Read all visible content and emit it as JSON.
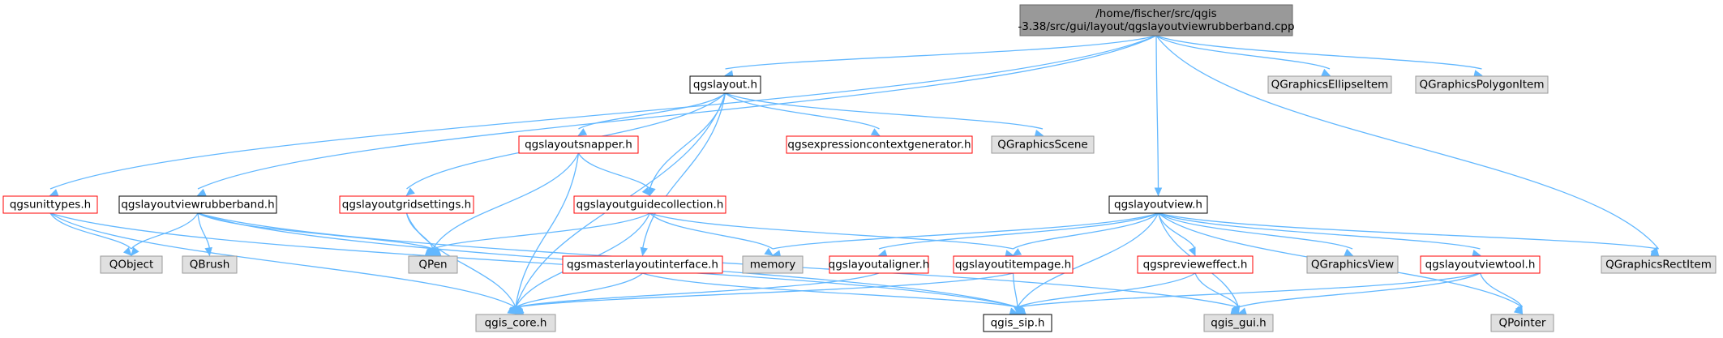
{
  "colors": {
    "edge": "#63b8ff",
    "root_fill": "#999999",
    "root_stroke": "#666666",
    "doc_fill": "#ffffff",
    "doc_stroke": "#000000",
    "incomplete_stroke": "#ff0000",
    "external_fill": "#e0e0e0",
    "external_stroke": "#999999"
  },
  "nodes": {
    "root": {
      "lines": [
        "/home/fischer/src/qgis",
        "-3.38/src/gui/layout/qgslayoutviewrubberband.cpp"
      ],
      "kind": "root"
    },
    "qgslayout": {
      "lines": [
        "qgslayout.h"
      ],
      "kind": "doc"
    },
    "qgraphicsellipseitem": {
      "lines": [
        "QGraphicsEllipseItem"
      ],
      "kind": "external"
    },
    "qgraphicspolygonitem": {
      "lines": [
        "QGraphicsPolygonItem"
      ],
      "kind": "external"
    },
    "qgslayoutsnapper": {
      "lines": [
        "qgslayoutsnapper.h"
      ],
      "kind": "incomplete"
    },
    "qgsexpressioncontextgenerator": {
      "lines": [
        "qgsexpressioncontextgenerator.h"
      ],
      "kind": "incomplete"
    },
    "qgraphicsscene": {
      "lines": [
        "QGraphicsScene"
      ],
      "kind": "external"
    },
    "qgsunittypes": {
      "lines": [
        "qgsunittypes.h"
      ],
      "kind": "incomplete"
    },
    "qgslayoutviewrubberband": {
      "lines": [
        "qgslayoutviewrubberband.h"
      ],
      "kind": "doc"
    },
    "qgslayoutgridsettings": {
      "lines": [
        "qgslayoutgridsettings.h"
      ],
      "kind": "incomplete"
    },
    "qgslayoutguidecollection": {
      "lines": [
        "qgslayoutguidecollection.h"
      ],
      "kind": "incomplete"
    },
    "qgslayoutview": {
      "lines": [
        "qgslayoutview.h"
      ],
      "kind": "doc"
    },
    "qobject": {
      "lines": [
        "QObject"
      ],
      "kind": "external"
    },
    "qbrush": {
      "lines": [
        "QBrush"
      ],
      "kind": "external"
    },
    "qpen": {
      "lines": [
        "QPen"
      ],
      "kind": "external"
    },
    "qgsmasterlayoutinterface": {
      "lines": [
        "qgsmasterlayoutinterface.h"
      ],
      "kind": "incomplete"
    },
    "memory": {
      "lines": [
        "memory"
      ],
      "kind": "external"
    },
    "qgslayoutaligner": {
      "lines": [
        "qgslayoutaligner.h"
      ],
      "kind": "incomplete"
    },
    "qgslayoutitempage": {
      "lines": [
        "qgslayoutitempage.h"
      ],
      "kind": "incomplete"
    },
    "qgspreviewEffect": {
      "lines": [
        "qgspreviewеffect.h"
      ],
      "kind": "incomplete"
    },
    "qgraphicsview": {
      "lines": [
        "QGraphicsView"
      ],
      "kind": "external"
    },
    "qgslayoutviewtool": {
      "lines": [
        "qgslayoutviewtool.h"
      ],
      "kind": "incomplete"
    },
    "qgraphicsrectitem": {
      "lines": [
        "QGraphicsRectItem"
      ],
      "kind": "external"
    },
    "qgis_core": {
      "lines": [
        "qgis_core.h"
      ],
      "kind": "external"
    },
    "qgis_sip": {
      "lines": [
        "qgis_sip.h"
      ],
      "kind": "doc"
    },
    "qgis_gui": {
      "lines": [
        "qgis_gui.h"
      ],
      "kind": "external"
    },
    "qpointer": {
      "lines": [
        "QPointer"
      ],
      "kind": "external"
    }
  },
  "edges": [
    [
      "root",
      "qgslayout"
    ],
    [
      "root",
      "qgraphicsellipseitem"
    ],
    [
      "root",
      "qgraphicspolygonitem"
    ],
    [
      "root",
      "qgsunittypes"
    ],
    [
      "root",
      "qgslayoutviewrubberband"
    ],
    [
      "root",
      "qgslayoutview"
    ],
    [
      "root",
      "qgraphicsrectitem"
    ],
    [
      "qgslayout",
      "qgslayoutsnapper"
    ],
    [
      "qgslayout",
      "qgsexpressioncontextgenerator"
    ],
    [
      "qgslayout",
      "qgraphicsscene"
    ],
    [
      "qgslayout",
      "qgslayoutgridsettings"
    ],
    [
      "qgslayout",
      "qgslayoutguidecollection"
    ],
    [
      "qgslayout",
      "qgsmasterlayoutinterface"
    ],
    [
      "qgslayout",
      "qgis_core"
    ],
    [
      "qgslayoutsnapper",
      "qgslayoutguidecollection"
    ],
    [
      "qgslayoutsnapper",
      "qpen"
    ],
    [
      "qgslayoutsnapper",
      "qgis_core"
    ],
    [
      "qgsunittypes",
      "qobject"
    ],
    [
      "qgsunittypes",
      "qgis_core"
    ],
    [
      "qgsunittypes",
      "qgis_sip"
    ],
    [
      "qgslayoutviewrubberband",
      "qobject"
    ],
    [
      "qgslayoutviewrubberband",
      "qbrush"
    ],
    [
      "qgslayoutviewrubberband",
      "qpen"
    ],
    [
      "qgslayoutviewrubberband",
      "qgis_sip"
    ],
    [
      "qgslayoutviewrubberband",
      "qgis_gui"
    ],
    [
      "qgslayoutgridsettings",
      "qpen"
    ],
    [
      "qgslayoutgridsettings",
      "qgis_core"
    ],
    [
      "qgslayoutguidecollection",
      "qpen"
    ],
    [
      "qgslayoutguidecollection",
      "memory"
    ],
    [
      "qgslayoutguidecollection",
      "qgslayoutitempage"
    ],
    [
      "qgslayoutguidecollection",
      "qgis_core"
    ],
    [
      "qgsmasterlayoutinterface",
      "qgis_core"
    ],
    [
      "qgsmasterlayoutinterface",
      "qgis_sip"
    ],
    [
      "qgslayoutview",
      "memory"
    ],
    [
      "qgslayoutview",
      "qgslayoutaligner"
    ],
    [
      "qgslayoutview",
      "qgslayoutitempage"
    ],
    [
      "qgslayoutview",
      "qgspreviewEffect"
    ],
    [
      "qgslayoutview",
      "qgraphicsview"
    ],
    [
      "qgslayoutview",
      "qgslayoutviewtool"
    ],
    [
      "qgslayoutview",
      "qgraphicsrectitem"
    ],
    [
      "qgslayoutview",
      "qgis_sip"
    ],
    [
      "qgslayoutview",
      "qgis_gui"
    ],
    [
      "qgslayoutview",
      "qpointer"
    ],
    [
      "qgslayoutaligner",
      "qgis_core"
    ],
    [
      "qgslayoutitempage",
      "qgis_core"
    ],
    [
      "qgslayoutitempage",
      "qgis_sip"
    ],
    [
      "qgspreviewEffect",
      "qgis_sip"
    ],
    [
      "qgspreviewEffect",
      "qgis_gui"
    ],
    [
      "qgslayoutviewtool",
      "qgis_sip"
    ],
    [
      "qgslayoutviewtool",
      "qgis_gui"
    ],
    [
      "qgslayoutviewtool",
      "qpointer"
    ]
  ]
}
